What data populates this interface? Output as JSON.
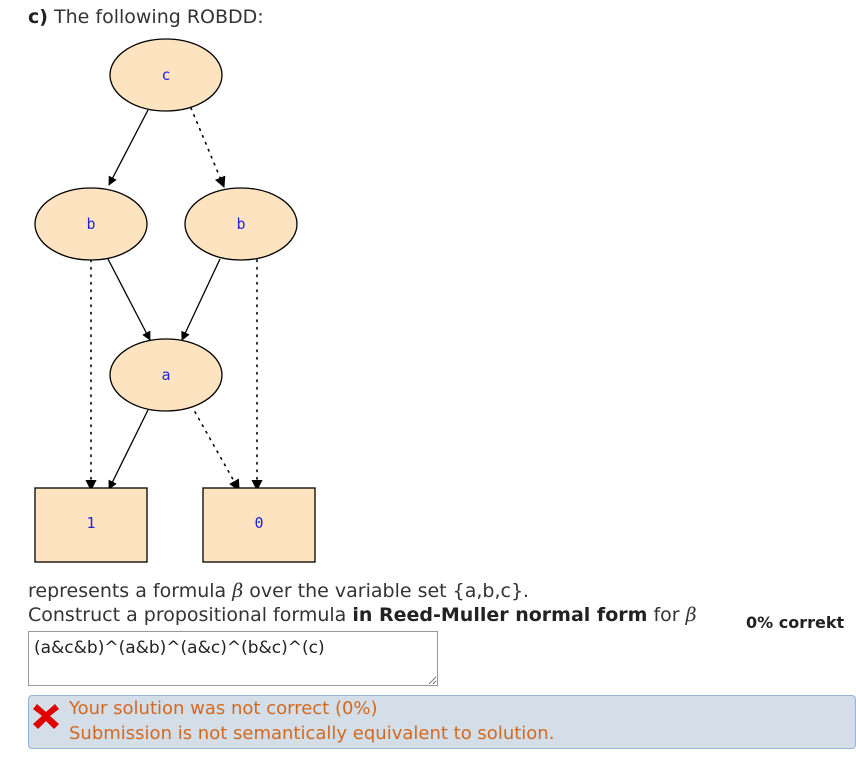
{
  "question": {
    "part": "c)",
    "intro": "The following ROBDD:"
  },
  "diagram": {
    "nodes": [
      {
        "id": "c",
        "label": "c",
        "shape": "ellipse"
      },
      {
        "id": "b_left",
        "label": "b",
        "shape": "ellipse"
      },
      {
        "id": "b_right",
        "label": "b",
        "shape": "ellipse"
      },
      {
        "id": "a",
        "label": "a",
        "shape": "ellipse"
      },
      {
        "id": "one",
        "label": "1",
        "shape": "box"
      },
      {
        "id": "zero",
        "label": "0",
        "shape": "box"
      }
    ],
    "edges": [
      {
        "from": "c",
        "to": "b_left",
        "style": "solid"
      },
      {
        "from": "c",
        "to": "b_right",
        "style": "dotted"
      },
      {
        "from": "b_left",
        "to": "a",
        "style": "solid"
      },
      {
        "from": "b_left",
        "to": "one",
        "style": "dotted"
      },
      {
        "from": "b_right",
        "to": "a",
        "style": "solid"
      },
      {
        "from": "b_right",
        "to": "zero",
        "style": "dotted"
      },
      {
        "from": "a",
        "to": "one",
        "style": "solid"
      },
      {
        "from": "a",
        "to": "zero",
        "style": "dotted"
      }
    ],
    "colors": {
      "node_fill": "#fde3c0",
      "stroke": "#000000",
      "label": "#2222dd"
    }
  },
  "prompt": {
    "line1_before": "represents a formula ",
    "symbol": "β",
    "line1_after": " over the variable set {a,b,c}.",
    "line2_before": "Construct a propositional formula ",
    "line2_bold": "in Reed-Muller normal form",
    "line2_mid": " for ",
    "line2_symbol": "β"
  },
  "score": "0% correkt",
  "answer": {
    "value": "(a&c&b)^(a&b)^(a&c)^(b&c)^(c)"
  },
  "feedback": {
    "icon": "x-icon",
    "line1": "Your solution was not correct (0%)",
    "line2": "Submission is not semantically equivalent to solution.",
    "colors": {
      "background": "#d3dee9",
      "border": "#94b4d2",
      "text": "#d3691e",
      "icon": "#e00000"
    }
  }
}
